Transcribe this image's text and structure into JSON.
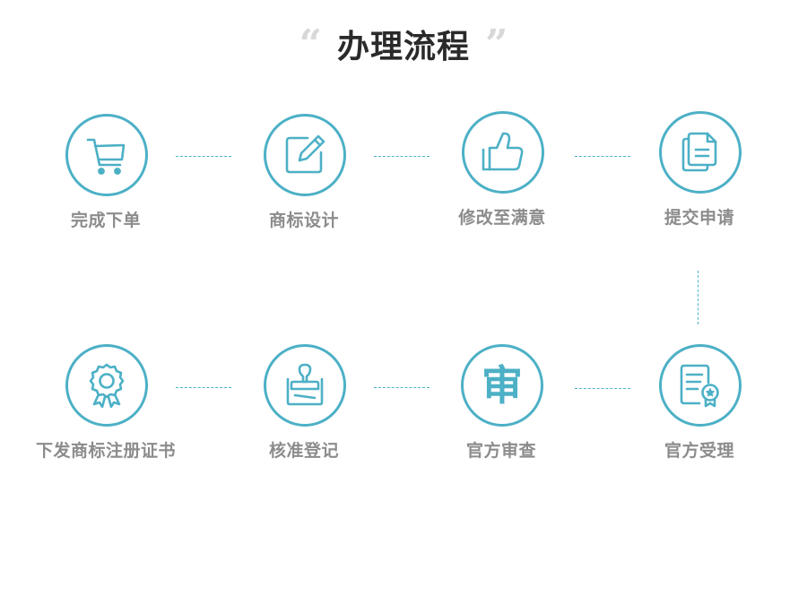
{
  "title": "办理流程",
  "quote_open": "“",
  "quote_close": "”",
  "accent_color": "#4cb0c6",
  "steps": [
    {
      "label": "完成下单",
      "icon": "cart-icon"
    },
    {
      "label": "商标设计",
      "icon": "edit-icon"
    },
    {
      "label": "修改至满意",
      "icon": "thumbs-up-icon"
    },
    {
      "label": "提交申请",
      "icon": "document-copy-icon"
    },
    {
      "label": "官方受理",
      "icon": "certificate-document-icon"
    },
    {
      "label": "官方审查",
      "icon": "review-char-icon",
      "glyph": "审"
    },
    {
      "label": "核准登记",
      "icon": "stamp-icon"
    },
    {
      "label": "下发商标注册证书",
      "icon": "award-badge-icon"
    }
  ]
}
